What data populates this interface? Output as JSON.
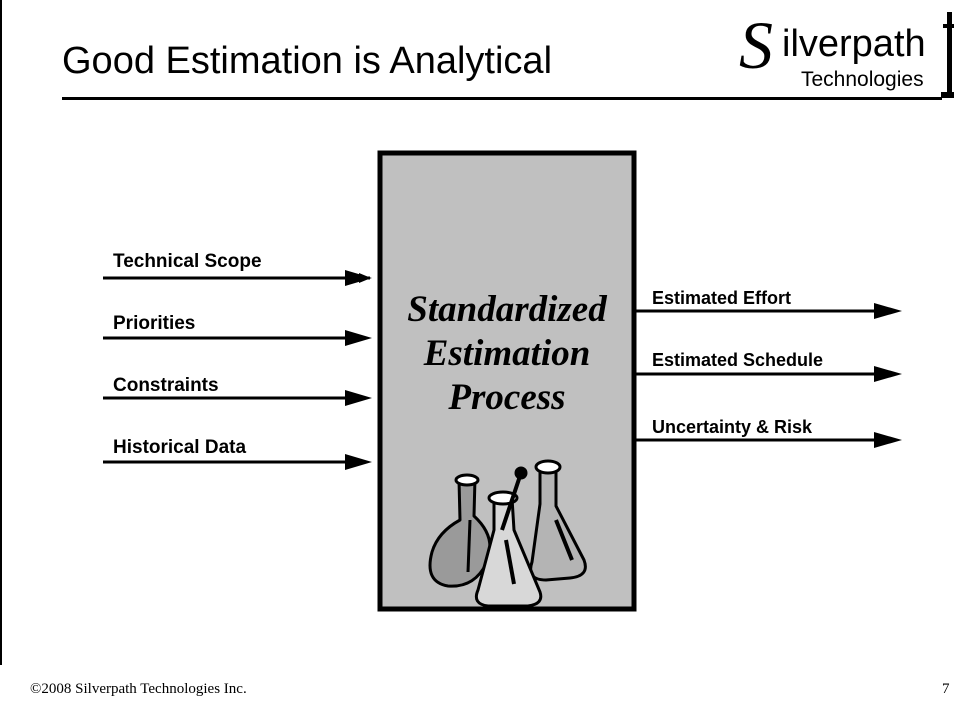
{
  "slide": {
    "title": "Good Estimation is Analytical",
    "footer": "©2008 Silverpath Technologies Inc.",
    "page_number": "7"
  },
  "logo": {
    "wordmark": "Silverpath",
    "sub": "Technologies"
  },
  "diagram": {
    "inputs": [
      "Technical Scope",
      "Priorities",
      "Constraints",
      "Historical Data"
    ],
    "process": [
      "Standardized",
      "Estimation",
      "Process"
    ],
    "outputs": [
      "Estimated Effort",
      "Estimated Schedule",
      "Uncertainty & Risk"
    ],
    "process_icon": "lab-flasks-icon",
    "colors": {
      "process_fill": "#c0c0c0",
      "stroke": "#000000"
    }
  }
}
